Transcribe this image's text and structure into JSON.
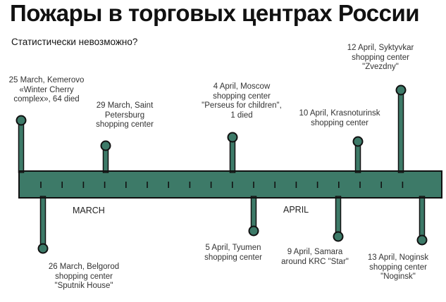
{
  "title": "Пожары в торговых центрах России",
  "subtitle": "Статистически невозможно?",
  "colors": {
    "bar": "#3d7a68",
    "outline": "#111111"
  },
  "months": [
    "MARCH",
    "APRIL"
  ],
  "events": [
    {
      "id": "e1",
      "side": "above",
      "lines": [
        "25 March, Kemerovo",
        "«Winter Cherry",
        "complex», 64 died"
      ]
    },
    {
      "id": "e2",
      "side": "below",
      "lines": [
        "26 March, Belgorod",
        "shopping center",
        "\"Sputnik House\""
      ]
    },
    {
      "id": "e3",
      "side": "above",
      "lines": [
        "29 March, Saint",
        "Petersburg",
        "shopping center"
      ]
    },
    {
      "id": "e4",
      "side": "above",
      "lines": [
        "4 April, Moscow",
        "shopping center",
        "\"Perseus for children\",",
        "1 died"
      ]
    },
    {
      "id": "e5",
      "side": "below",
      "lines": [
        "5 April, Tyumen",
        "shopping center"
      ]
    },
    {
      "id": "e6",
      "side": "below",
      "lines": [
        "9 April, Samara",
        "around KRC \"Star\""
      ]
    },
    {
      "id": "e7",
      "side": "above",
      "lines": [
        "10 April, Krasnoturinsk",
        "shopping center"
      ]
    },
    {
      "id": "e8",
      "side": "above",
      "lines": [
        "12 April, Syktyvkar",
        "shopping center",
        "\"Zvezdny\""
      ]
    },
    {
      "id": "e9",
      "side": "below",
      "lines": [
        "13 April, Noginsk",
        "shopping center",
        "\"Noginsk\""
      ]
    }
  ]
}
